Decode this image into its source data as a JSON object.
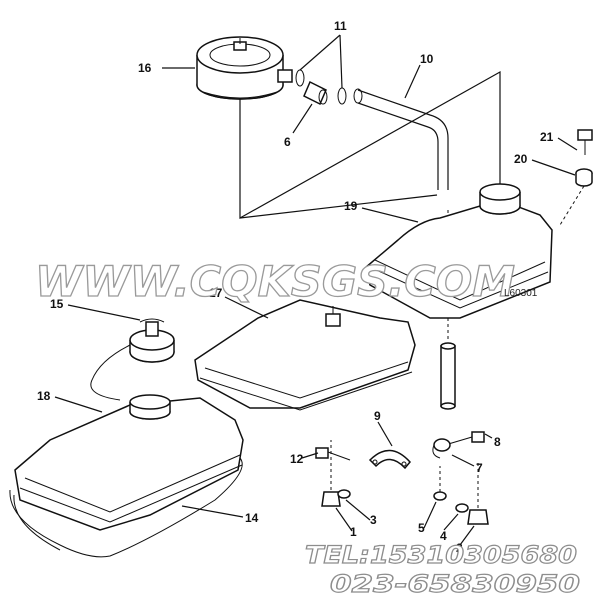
{
  "callouts": {
    "c1": "1",
    "c2": "2",
    "c3": "3",
    "c4": "4",
    "c5": "5",
    "c6": "6",
    "c7": "7",
    "c8": "8",
    "c9": "9",
    "c10": "10",
    "c11": "11",
    "c12": "12",
    "c14": "14",
    "c15": "15",
    "c16": "16",
    "c17": "17",
    "c18": "18",
    "c19": "19",
    "c20": "20",
    "c21": "21"
  },
  "watermark": "WWW.CQKSGS.COM",
  "figure_code": "L60301",
  "contact": {
    "tel": "TEL:15310305680",
    "phone2": "023-65830950"
  }
}
